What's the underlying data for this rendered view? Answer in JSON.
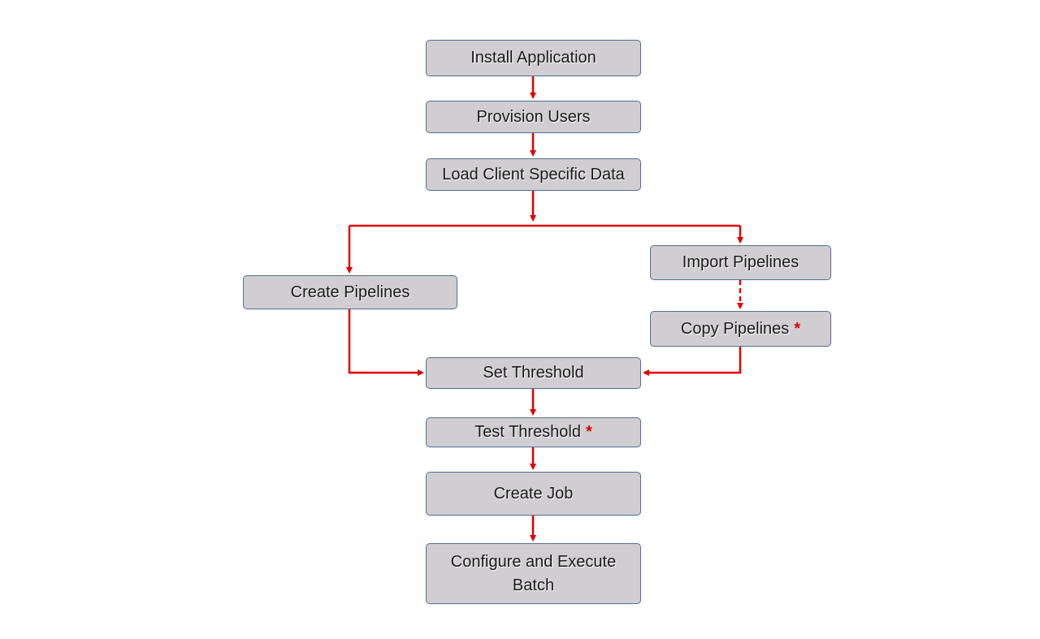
{
  "diagram": {
    "accent_color": "#e00000",
    "node_fill": "#d0ced0",
    "node_border": "#4f6f96",
    "nodes": {
      "install": {
        "label": "Install Application"
      },
      "provision": {
        "label": "Provision Users"
      },
      "load": {
        "label": "Load Client Specific Data"
      },
      "create_pipelines": {
        "label": "Create Pipelines"
      },
      "import_pipelines": {
        "label": "Import Pipelines"
      },
      "copy_pipelines": {
        "label": "Copy Pipelines",
        "marker": "*"
      },
      "set_threshold": {
        "label": "Set Threshold"
      },
      "test_threshold": {
        "label": "Test Threshold",
        "marker": "*"
      },
      "create_job": {
        "label": "Create Job"
      },
      "configure": {
        "label": "Configure and Execute Batch"
      }
    }
  }
}
